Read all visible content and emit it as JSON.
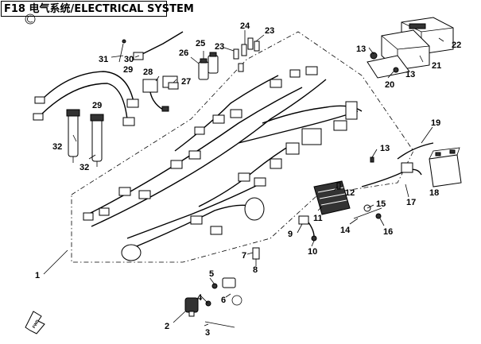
{
  "header": {
    "title": "F18 电气系统/ELECTRICAL SYSTEM",
    "logo": "copyright-mark"
  },
  "callouts": [
    {
      "id": "1",
      "label": "1"
    },
    {
      "id": "2",
      "label": "2"
    },
    {
      "id": "3",
      "label": "3"
    },
    {
      "id": "4",
      "label": "4"
    },
    {
      "id": "5",
      "label": "5"
    },
    {
      "id": "6",
      "label": "6"
    },
    {
      "id": "7",
      "label": "7"
    },
    {
      "id": "8",
      "label": "8"
    },
    {
      "id": "9",
      "label": "9"
    },
    {
      "id": "10",
      "label": "10"
    },
    {
      "id": "11",
      "label": "11"
    },
    {
      "id": "12",
      "label": "12"
    },
    {
      "id": "13a",
      "label": "13"
    },
    {
      "id": "13b",
      "label": "13"
    },
    {
      "id": "13c",
      "label": "13"
    },
    {
      "id": "14",
      "label": "14"
    },
    {
      "id": "15",
      "label": "15"
    },
    {
      "id": "16",
      "label": "16"
    },
    {
      "id": "17",
      "label": "17"
    },
    {
      "id": "18",
      "label": "18"
    },
    {
      "id": "19",
      "label": "19"
    },
    {
      "id": "20",
      "label": "20"
    },
    {
      "id": "21",
      "label": "21"
    },
    {
      "id": "22",
      "label": "22"
    },
    {
      "id": "23a",
      "label": "23"
    },
    {
      "id": "23b",
      "label": "23"
    },
    {
      "id": "24",
      "label": "24"
    },
    {
      "id": "25",
      "label": "25"
    },
    {
      "id": "26",
      "label": "26"
    },
    {
      "id": "27",
      "label": "27"
    },
    {
      "id": "28",
      "label": "28"
    },
    {
      "id": "29a",
      "label": "29"
    },
    {
      "id": "29b",
      "label": "29"
    },
    {
      "id": "30",
      "label": "30"
    },
    {
      "id": "31",
      "label": "31"
    },
    {
      "id": "32a",
      "label": "32"
    },
    {
      "id": "32b",
      "label": "32"
    }
  ],
  "direction_label": "FWD"
}
